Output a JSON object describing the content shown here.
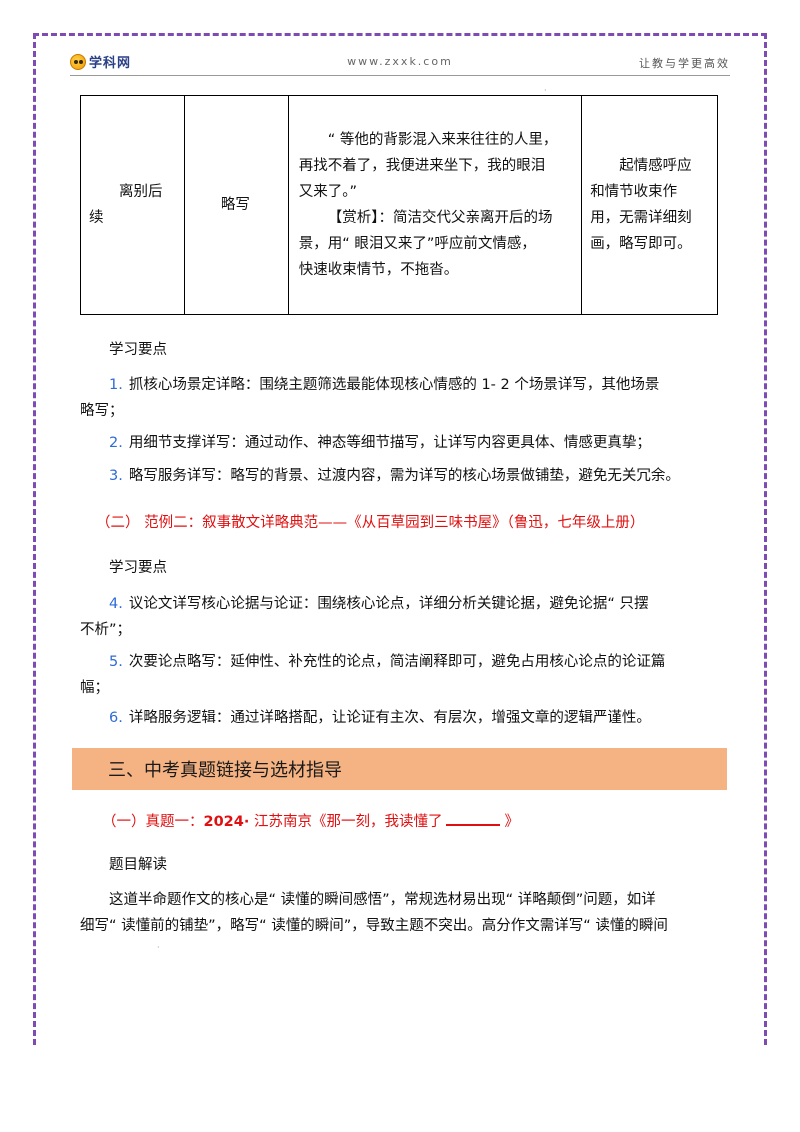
{
  "header": {
    "logo_text": "学科网",
    "url": "www.zxxk.com",
    "slogan": "让教与学更高效"
  },
  "table": {
    "row": {
      "col1": "离别后续",
      "col1_line1": "离别后",
      "col1_line2": "续",
      "col2": "略写",
      "quote_lines": [
        "“ 等他的背影混入来来往往的人里，",
        "再找不着了，我便进来坐下，我的眼泪",
        "又来了。”"
      ],
      "analysis_label": "【赏析】：",
      "analysis_lines": [
        "简洁交代父亲离开后的场",
        "景，用“ 眼泪又来了”呼应前文情感，",
        "快速收束情节，不拖沓。"
      ],
      "function_lines": [
        "起情感呼应",
        "和情节收束作",
        "用，无需详细刻",
        "画，略写即可。"
      ]
    }
  },
  "points1": {
    "heading": "学习要点",
    "items": [
      {
        "num": "1.",
        "text_line1": "抓核心场景定详略：围绕主题筛选最能体现核心情感的  1- 2 个场景详写，其他场景",
        "text_line2": "略写；"
      },
      {
        "num": "2.",
        "text": "用细节支撑详写：通过动作、神态等细节描写，让详写内容更具体、情感更真挚；"
      },
      {
        "num": "3.",
        "text": "略写服务详写：略写的背景、过渡内容，需为详写的核心场景做铺垫，避免无关冗余。"
      }
    ]
  },
  "example2": {
    "title": "（二）  范例二：叙事散文详略典范——《从百草园到三味书屋》（鲁迅，七年级上册）"
  },
  "points2": {
    "heading": "学习要点",
    "items": [
      {
        "num": "4.",
        "text_line1": "议论文详写核心论据与论证：围绕核心论点，详细分析关键论据，避免论据“ 只摆",
        "text_line2": "不析”；"
      },
      {
        "num": "5.",
        "text_line1": "次要论点略写：延伸性、补充性的论点，简洁阐释即可，避免占用核心论点的论证篇",
        "text_line2": "幅；"
      },
      {
        "num": "6.",
        "text": "详略服务逻辑：通过详略搭配，让论证有主次、有层次，增强文章的逻辑严谨性。"
      }
    ]
  },
  "section3": {
    "title": "三、中考真题链接与选材指导"
  },
  "exam1": {
    "prefix": "（一）真题一：",
    "year": "2024·",
    "region_title": " 江苏南京《那一刻，我读懂了",
    "suffix": "》"
  },
  "reading": {
    "heading": "题目解读",
    "line1": "这道半命题作文的核心是“ 读懂的瞬间感悟”，常规选材易出现“ 详略颠倒”问题，如详",
    "line2": "细写“ 读懂前的铺垫”，略写“ 读懂的瞬间”，导致主题不突出。高分作文需详写“ 读懂的瞬间"
  },
  "colors": {
    "frame": "#7e4bb4",
    "section_bar": "#f5b383",
    "red_heading": "#e01010",
    "list_number": "#2e6bd6"
  }
}
